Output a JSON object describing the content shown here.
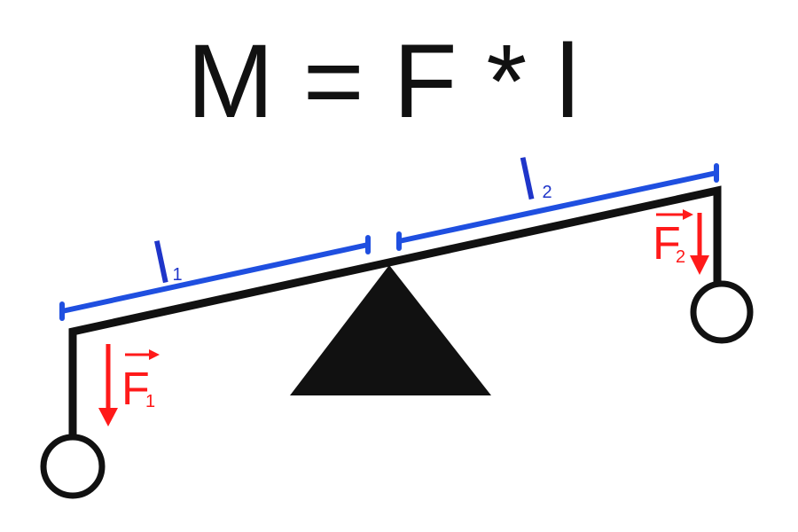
{
  "formula": "M = F * l",
  "labels": {
    "l1_main": "l",
    "l1_sub": "1",
    "l2_main": "l",
    "l2_sub": "2",
    "f1_main": "F",
    "f1_sub": "1",
    "f2_main": "F",
    "f2_sub": "2"
  },
  "colors": {
    "lever": "#111111",
    "length": "#1f4fe0",
    "length_text": "#1f35c9",
    "force": "#ff1a1a"
  }
}
